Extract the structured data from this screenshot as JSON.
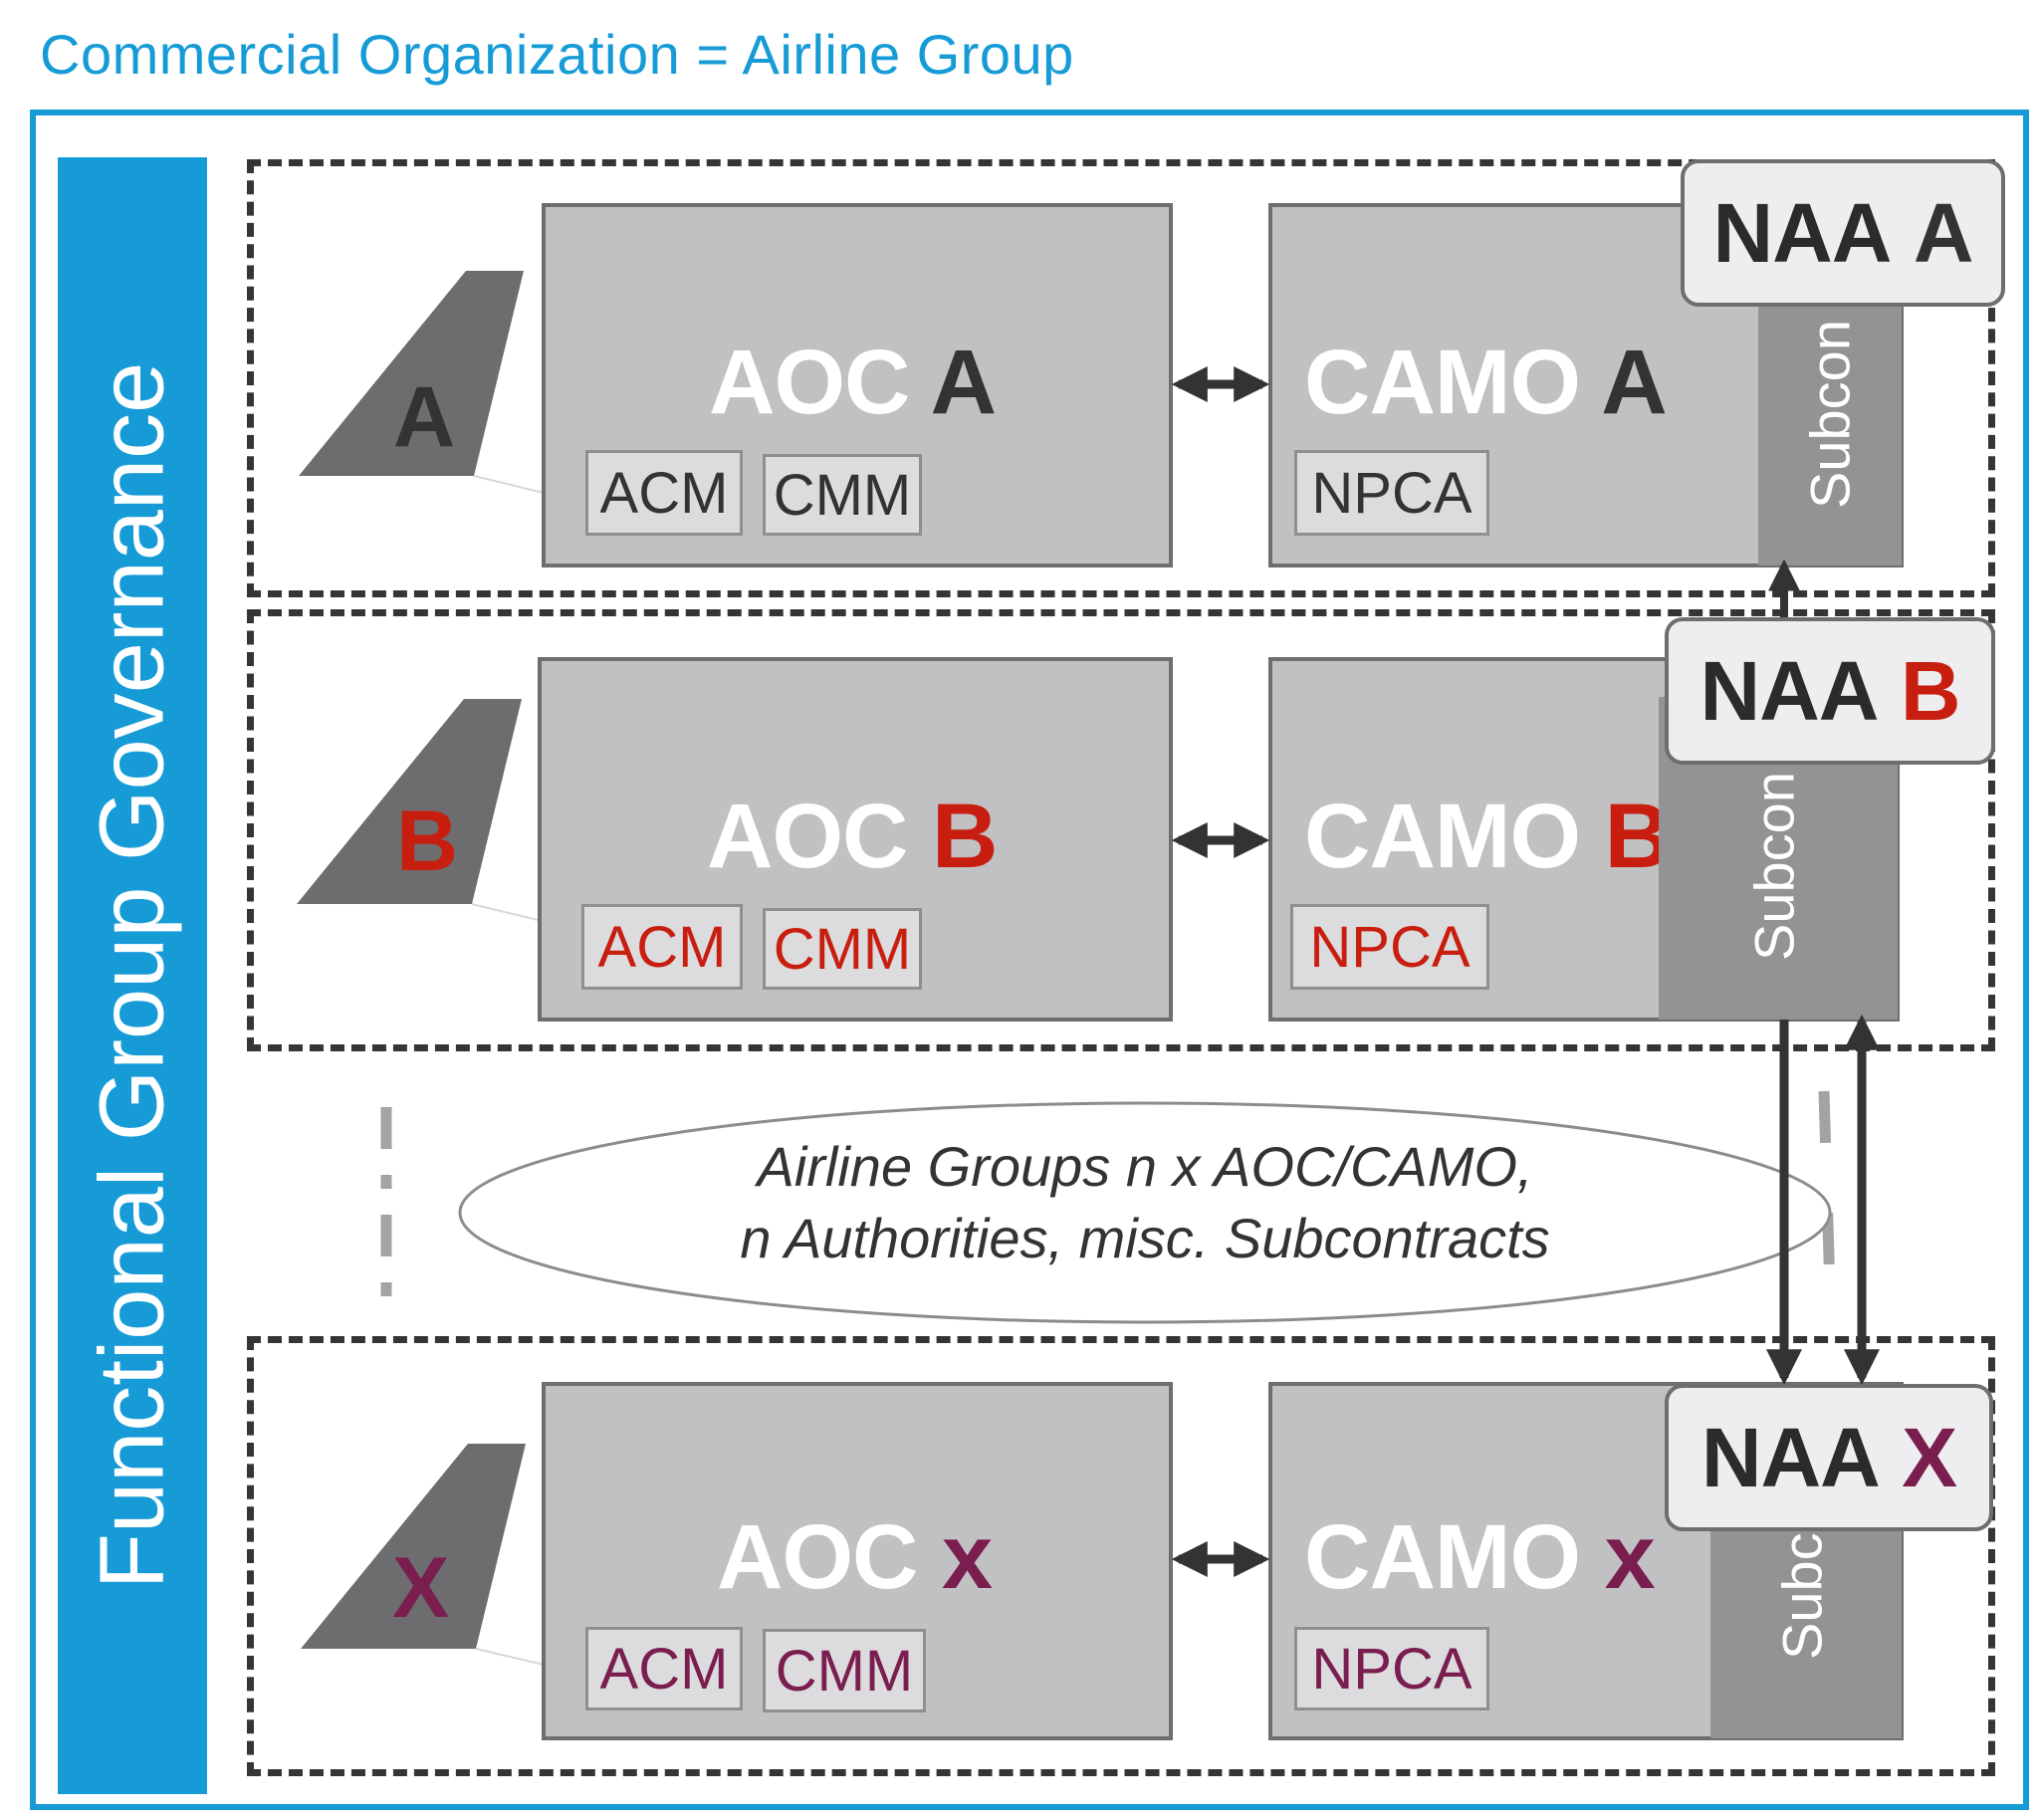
{
  "title": "Commercial Organization = Airline Group",
  "governance_label": "Functional Group Governance",
  "colors": {
    "blue": "#169bd7",
    "dark": "#333333",
    "red": "#c81e0f",
    "purple": "#7a1d4f"
  },
  "groups": [
    {
      "tail": "A",
      "aoc": {
        "prefix": "AOC",
        "suffix": "A"
      },
      "aoc_tags": [
        "ACM",
        "CMM"
      ],
      "camo": {
        "prefix": "CAMO",
        "suffix": "A"
      },
      "camo_tag": "NPCA",
      "subcon": "Subcon",
      "naa": {
        "prefix": "NAA",
        "suffix": "A"
      }
    },
    {
      "tail": "B",
      "aoc": {
        "prefix": "AOC",
        "suffix": "B"
      },
      "aoc_tags": [
        "ACM",
        "CMM"
      ],
      "camo": {
        "prefix": "CAMO",
        "suffix": "B"
      },
      "camo_tag": "NPCA",
      "subcon": "Subcon",
      "naa": {
        "prefix": "NAA",
        "suffix": "B"
      }
    },
    {
      "tail": "X",
      "aoc": {
        "prefix": "AOC",
        "suffix": "x"
      },
      "aoc_tags": [
        "ACM",
        "CMM"
      ],
      "camo": {
        "prefix": "CAMO",
        "suffix": "x"
      },
      "camo_tag": "NPCA",
      "subcon": "Subcon",
      "naa": {
        "prefix": "NAA",
        "suffix": "X"
      }
    }
  ],
  "ellipse": {
    "line1": "Airline Groups  n x AOC/CAMO,",
    "line2": "n Authorities, misc. Subcontracts"
  }
}
